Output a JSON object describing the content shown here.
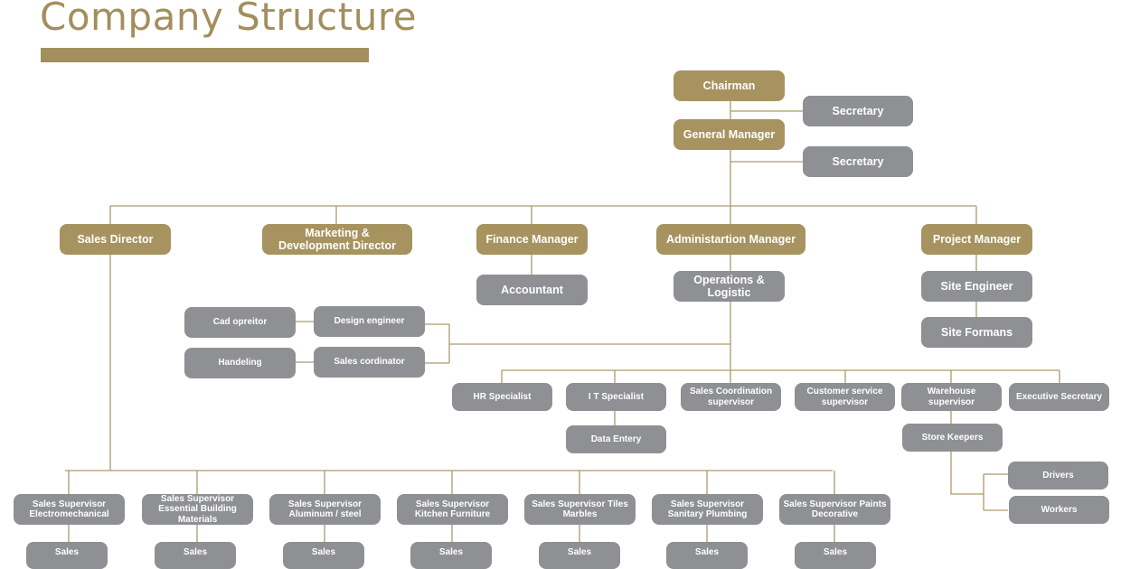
{
  "title": "Company Structure",
  "colors": {
    "gold": "#a6935f",
    "gray": "#8f9094",
    "line": "#aa9c6c"
  },
  "nodes": {
    "chairman": "Chairman",
    "secretary_1": "Secretary",
    "general_manager": "General Manager",
    "secretary_2": "Secretary",
    "sales_director": "Sales Director",
    "marketing_director": "Marketing & Development Director",
    "finance_manager": "Finance  Manager",
    "administration_manager": "Administartion Manager",
    "project_manager": "Project Manager",
    "accountant": "Accountant",
    "operations_logistic": "Operations & Logistic",
    "site_engineer": "Site Engineer",
    "site_formans": "Site Formans",
    "cad_operator": "Cad opreitor",
    "design_engineer": "Design engineer",
    "handeling": "Handeling",
    "sales_cordinator": "Sales cordinator",
    "hr_specialist": "HR Specialist",
    "it_specialist": "I T Specialist",
    "sales_coordination_supervisor": "Sales Coordination supervisor",
    "customer_service_supervisor": "Customer service supervisor",
    "warehouse_supervisor": "Warehouse supervisor",
    "executive_secretary": "Executive Secretary",
    "data_entry": "Data Entery",
    "store_keepers": "Store Keepers",
    "drivers": "Drivers",
    "workers": "Workers"
  },
  "sales_supervisors": [
    "Sales Supervisor Electromechanical",
    "Sales Supervisor Essential Building Materials",
    "Sales Supervisor Aluminum / steel",
    "Sales Supervisor Kitchen Furniture",
    "Sales Supervisor Tiles Marbles",
    "Sales Supervisor Sanitary Plumbing",
    "Sales Supervisor Paints Decorative"
  ],
  "sales_staff": [
    "Sales",
    "Sales",
    "Sales",
    "Sales",
    "Sales",
    "Sales",
    "Sales"
  ]
}
